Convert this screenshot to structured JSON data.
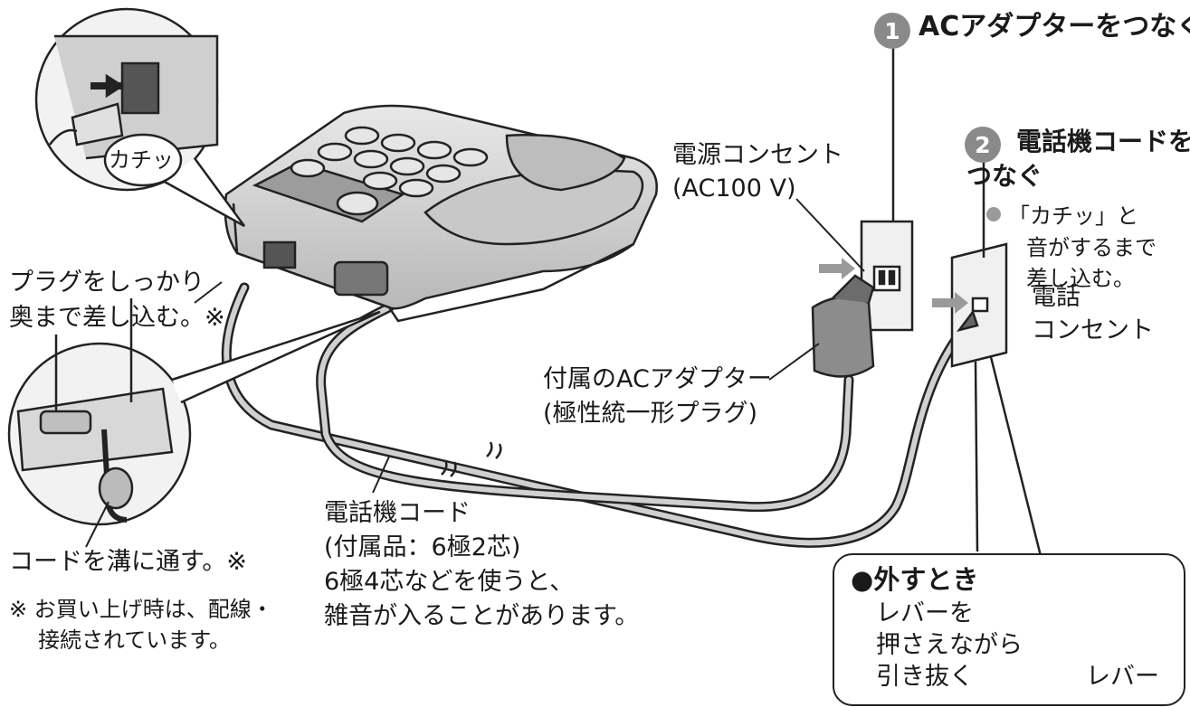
{
  "steps": {
    "step1": {
      "number": "1",
      "title": "ACアダプターをつなぐ"
    },
    "step2": {
      "number": "2",
      "title_line1": "電話機コードを",
      "title_line2": "つなぐ",
      "note_line1": "「カチッ」と",
      "note_line2": "音がするまで",
      "note_line3": "差し込む。"
    }
  },
  "labels": {
    "click_sound": "カチッ",
    "power_outlet_line1": "電源コンセント",
    "power_outlet_line2": "(AC100 V)",
    "phone_outlet_line1": "電話",
    "phone_outlet_line2": "コンセント",
    "plug_insert_line1": "プラグをしっかり",
    "plug_insert_line2": "奥まで差し込む。※",
    "ac_adapter_line1": "付属のACアダプター",
    "ac_adapter_line2": "(極性統一形プラグ)",
    "cord_groove": "コードを溝に通す。※",
    "footnote_line1": "※ お買い上げ時は、配線・",
    "footnote_line2": "接続されています。",
    "phone_cord_line1": "電話機コード",
    "phone_cord_line2": "(付属品：6極2芯)",
    "phone_cord_line3": "6極4芯などを使うと、",
    "phone_cord_line4": "雑音が入ることがあります。"
  },
  "remove_box": {
    "title": "外すとき",
    "line1": "レバーを",
    "line2": "押さえながら",
    "line3": "引き抜く",
    "lever": "レバー"
  },
  "colors": {
    "step_badge": "#8a8a8a",
    "line": "#222222",
    "base_fill": "#d6d6d6"
  }
}
